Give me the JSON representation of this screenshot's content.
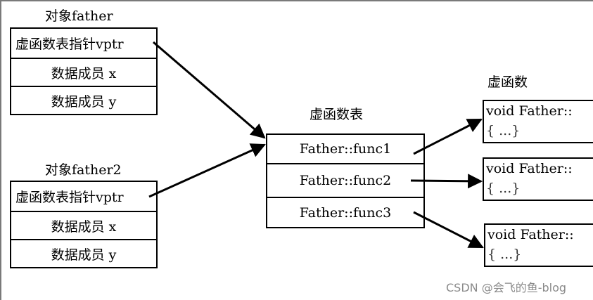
{
  "objects": [
    {
      "title": "对象father",
      "rows": [
        "虚函数表指针vptr",
        "数据成员 x",
        "数据成员 y"
      ]
    },
    {
      "title": "对象father2",
      "rows": [
        "虚函数表指针vptr",
        "数据成员 x",
        "数据成员 y"
      ]
    }
  ],
  "vtable": {
    "title": "虚函数表",
    "rows": [
      "Father::func1",
      "Father::func2",
      "Father::func3"
    ]
  },
  "functions": {
    "title": "虚函数",
    "items": [
      {
        "line1": "void Father::",
        "line2": "{ ...}"
      },
      {
        "line1": "void Father::",
        "line2": "{ ...}"
      },
      {
        "line1": "void Father::",
        "line2": "{ ...}"
      }
    ]
  },
  "watermark": "CSDN @会飞的鱼-blog"
}
